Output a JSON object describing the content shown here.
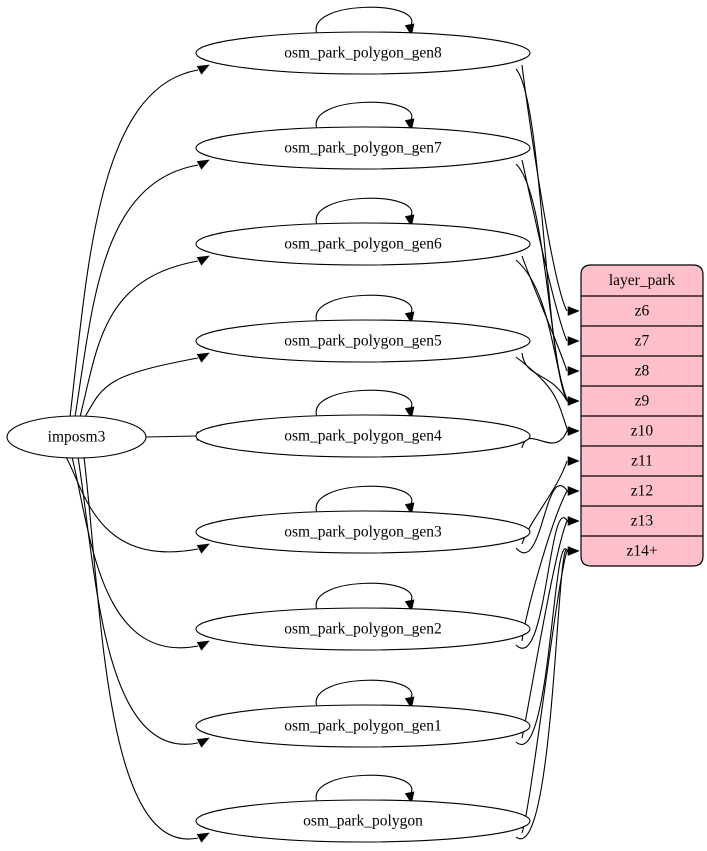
{
  "diagram": {
    "type": "graphviz-digraph",
    "background": "#ffffff",
    "source_node": {
      "id": "imposm3",
      "label": "imposm3",
      "shape": "ellipse"
    },
    "table": {
      "title": "layer_park",
      "fill": "#ffc0cb",
      "border": "#000000",
      "rows": [
        {
          "id": "z6",
          "label": "z6"
        },
        {
          "id": "z7",
          "label": "z7"
        },
        {
          "id": "z8",
          "label": "z8"
        },
        {
          "id": "z9",
          "label": "z9"
        },
        {
          "id": "z10",
          "label": "z10"
        },
        {
          "id": "z11",
          "label": "z11"
        },
        {
          "id": "z12",
          "label": "z12"
        },
        {
          "id": "z13",
          "label": "z13"
        },
        {
          "id": "z14p",
          "label": "z14+"
        }
      ]
    },
    "tables": [
      {
        "id": "osm_park_polygon_gen8",
        "label": "osm_park_polygon_gen8",
        "shape": "ellipse",
        "self_loop": true
      },
      {
        "id": "osm_park_polygon_gen7",
        "label": "osm_park_polygon_gen7",
        "shape": "ellipse",
        "self_loop": true
      },
      {
        "id": "osm_park_polygon_gen6",
        "label": "osm_park_polygon_gen6",
        "shape": "ellipse",
        "self_loop": true
      },
      {
        "id": "osm_park_polygon_gen5",
        "label": "osm_park_polygon_gen5",
        "shape": "ellipse",
        "self_loop": true
      },
      {
        "id": "osm_park_polygon_gen4",
        "label": "osm_park_polygon_gen4",
        "shape": "ellipse",
        "self_loop": true
      },
      {
        "id": "osm_park_polygon_gen3",
        "label": "osm_park_polygon_gen3",
        "shape": "ellipse",
        "self_loop": true
      },
      {
        "id": "osm_park_polygon_gen2",
        "label": "osm_park_polygon_gen2",
        "shape": "ellipse",
        "self_loop": true
      },
      {
        "id": "osm_park_polygon_gen1",
        "label": "osm_park_polygon_gen1",
        "shape": "ellipse",
        "self_loop": true
      },
      {
        "id": "osm_park_polygon",
        "label": "osm_park_polygon",
        "shape": "ellipse",
        "self_loop": true
      }
    ]
  }
}
